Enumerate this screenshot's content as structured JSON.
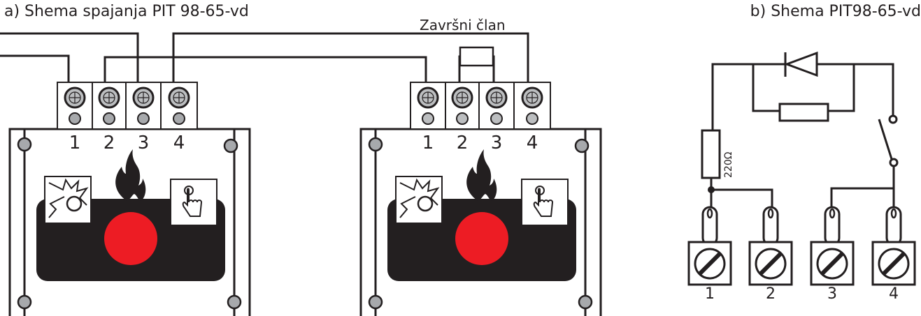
{
  "title_a": "a) Shema spajanja PIT 98-65-vd",
  "title_b": "b) Shema PIT98-65-vd",
  "end_member_label": "Završni član",
  "resistor_label": "220Ω",
  "modules": [
    {
      "terminals": [
        "1",
        "2",
        "3",
        "4"
      ]
    },
    {
      "terminals": [
        "1",
        "2",
        "3",
        "4"
      ]
    }
  ],
  "schematic_terminals": [
    "1",
    "2",
    "3",
    "4"
  ],
  "colors": {
    "button_red": "#ed1c24",
    "panel_black": "#231f20",
    "screw_gray": "#bcbec0"
  }
}
